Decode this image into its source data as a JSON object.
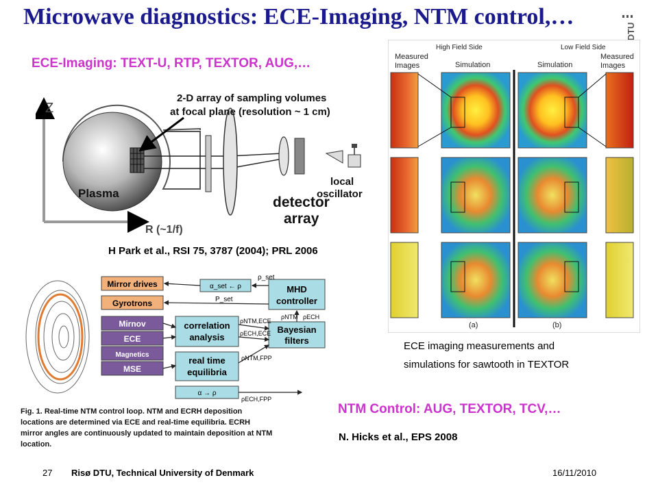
{
  "slide": {
    "title": "Microwave diagnostics: ECE-Imaging, NTM control,…",
    "ece_heading": "ECE-Imaging: TEXT-U, RTP, TEXTOR, AUG,…",
    "park_citation": "H Park et al., RSI 75, 3787 (2004); PRL 2006",
    "ntm_heading": "NTM Control: AUG, TEXTOR, TCV,…",
    "hicks_citation": "N. Hicks et al., EPS 2008",
    "caption_line1": "ECE imaging measurements and",
    "caption_line2": "simulations for sawtooth in TEXTOR",
    "logo_text": "DTU"
  },
  "footer": {
    "page": "27",
    "org": "Risø DTU, Technical University of Denmark",
    "date": "16/11/2010"
  },
  "ece_diagram": {
    "callout_line1": "2-D array of sampling volumes",
    "callout_line2": "at focal plane (resolution ~ 1 cm)",
    "z_label": "Z",
    "r_label": "R (~1/f)",
    "plasma_label": "Plasma",
    "detector_line1": "detector",
    "detector_line2": "array",
    "lo_line1": "local",
    "lo_line2": "oscillator"
  },
  "ntm_diagram": {
    "mirror_drives": "Mirror drives",
    "gyrotrons": "Gyrotrons",
    "mirnov": "Mirnov",
    "ece": "ECE",
    "magnetics": "Magnetics",
    "mse": "MSE",
    "mhd_line1": "MHD",
    "mhd_line2": "controller",
    "corr_line1": "correlation",
    "corr_line2": "analysis",
    "bayes_line1": "Bayesian",
    "bayes_line2": "filters",
    "rt_line1": "real time",
    "rt_line2": "equilibria",
    "alpha_set": "α_set ← ρ",
    "rho_set": "ρ_set",
    "p_set": "P_set",
    "rho_ntm_ece": "ρNTM,ECE",
    "rho_ech_ece": "ρECH,ECE",
    "rho_ntm": "ρNTM",
    "rho_ech": "ρECH",
    "rho_ntm_fpp": "ρNTM,FPP",
    "alpha_rho": "α → ρ",
    "rho_ech_fpp": "ρECH,FPP",
    "fig_line1": "Fig. 1.   Real-time NTM control loop.  NTM and ECRH deposition",
    "fig_line2": "locations are determined via ECE and real-time equilibria.  ECRH",
    "fig_line3": "mirror angles are continuously updated to maintain deposition at NTM",
    "fig_line4": "location."
  },
  "ece_images": {
    "hfs_label": "High Field Side",
    "lfs_label": "Low Field Side",
    "measured_left_1": "Measured",
    "measured_left_2": "Images",
    "sim_left": "Simulation",
    "sim_right": "Simulation",
    "measured_right_1": "Measured",
    "measured_right_2": "Images",
    "panel_a": "(a)",
    "panel_b": "(b)"
  },
  "colors": {
    "title": "#1a1a8c",
    "heading": "#cc33cc",
    "block_orange": "#f2b07a",
    "block_blue": "#a9dce4",
    "block_purple": "#7a5a9a"
  }
}
